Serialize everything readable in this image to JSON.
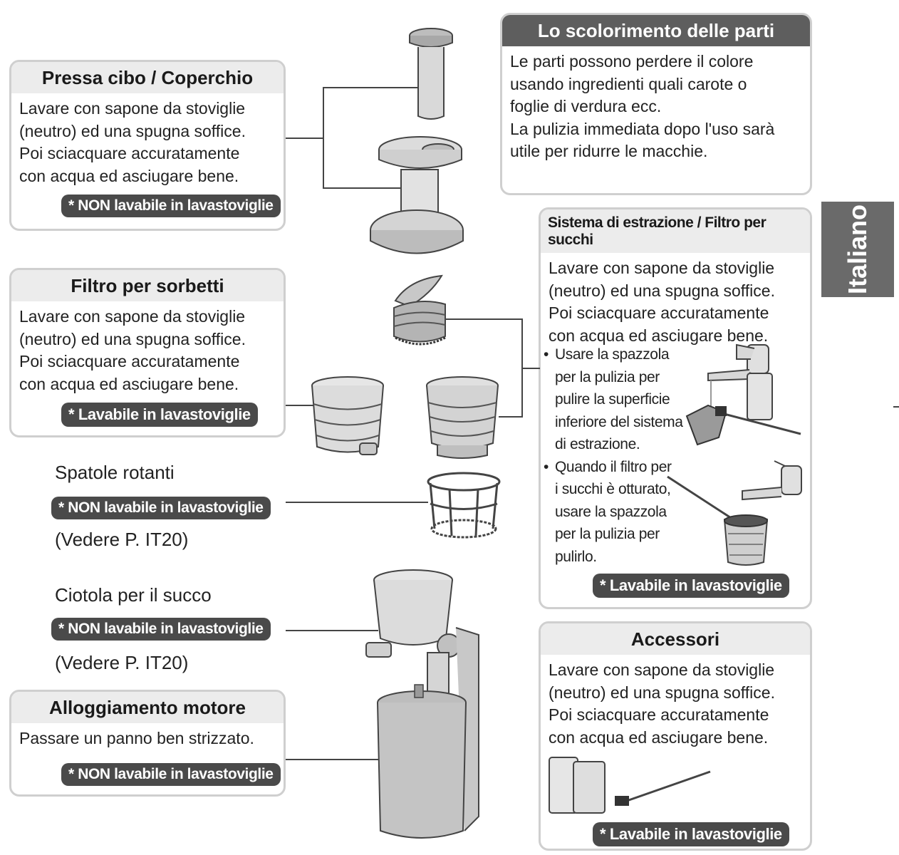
{
  "tab_label": "Italiano",
  "pressa": {
    "title": "Pressa cibo / Coperchio",
    "lines": [
      "Lavare con sapone da stoviglie",
      "(neutro) ed una spugna soffice.",
      "Poi sciacquare accuratamente",
      "con acqua ed asciugare bene."
    ],
    "badge": "* NON lavabile in lavastoviglie"
  },
  "sorbetti": {
    "title": "Filtro per sorbetti",
    "lines": [
      "Lavare con sapone da stoviglie",
      "(neutro) ed una spugna soffice.",
      "Poi sciacquare accuratamente",
      "con acqua ed asciugare bene."
    ],
    "badge": "* Lavabile in lavastoviglie"
  },
  "spatole": {
    "title": "Spatole rotanti",
    "badge": "* NON lavabile in lavastoviglie",
    "ref": "(Vedere P. IT20)"
  },
  "ciotola": {
    "title": "Ciotola per il succo",
    "badge": "* NON lavabile in lavastoviglie",
    "ref": "(Vedere P. IT20)"
  },
  "motore": {
    "title": "Alloggiamento motore",
    "lines": [
      "Passare un panno ben strizzato."
    ],
    "badge": "* NON lavabile in lavastoviglie"
  },
  "scolorimento": {
    "title": "Lo scolorimento delle parti",
    "lines": [
      "Le parti possono perdere il colore",
      "usando ingredienti quali carote o",
      "foglie di verdura ecc.",
      "La pulizia immediata dopo l'uso sarà",
      "utile per ridurre le macchie."
    ]
  },
  "estrazione": {
    "title": "Sistema di estrazione / Filtro per succhi",
    "lines": [
      "Lavare con sapone da stoviglie",
      "(neutro) ed una spugna soffice.",
      "Poi sciacquare accuratamente",
      "con acqua ed asciugare bene."
    ],
    "bullet1": [
      "Usare la spazzola",
      "per la pulizia per",
      "pulire la superficie",
      "inferiore del sistema",
      "di estrazione."
    ],
    "bullet2": [
      "Quando il filtro per",
      "i succhi è otturato,",
      "usare la spazzola",
      "per la pulizia per",
      "pulirlo."
    ],
    "badge": "* Lavabile in lavastoviglie"
  },
  "accessori": {
    "title": "Accessori",
    "lines": [
      "Lavare con sapone da stoviglie",
      "(neutro) ed una spugna soffice.",
      "Poi sciacquare accuratamente",
      "con acqua ed asciugare bene."
    ],
    "badge": "* Lavabile in lavastoviglie"
  }
}
